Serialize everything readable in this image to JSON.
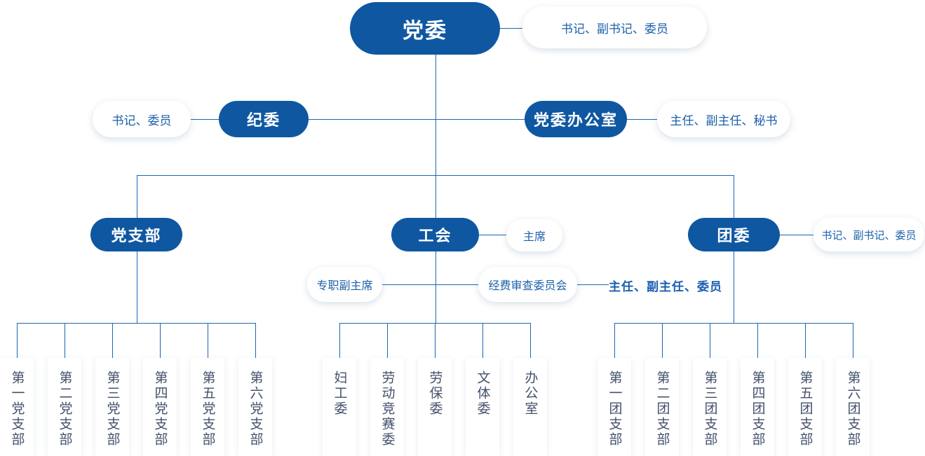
{
  "colors": {
    "node_fill": "#0F57A1",
    "connector": "#1E66B2",
    "annotation_text": "#1C60AA",
    "bold_annotation_text": "#1A5FB0",
    "leaf_box_text": "#44516B",
    "background": "#FFFFFF"
  },
  "nodes": {
    "root": {
      "label": "党委",
      "annotation": "书记、副书记、委员"
    },
    "discipline": {
      "label": "纪委",
      "annotation": "书记、委员"
    },
    "party_office": {
      "label": "党委办公室",
      "annotation": "主任、副主任、秘书"
    },
    "party_branch": {
      "label": "党支部"
    },
    "labor_union": {
      "label": "工会",
      "annotation": "主席"
    },
    "youth_league": {
      "label": "团委",
      "annotation": "书记、副书记、委员"
    },
    "deputy_chair": {
      "label": "专职副主席"
    },
    "funds_audit": {
      "label": "经费审查委员会",
      "annotation": "主任、副主任、委员"
    }
  },
  "groups": {
    "party_branches": [
      "第一党支部",
      "第二党支部",
      "第三党支部",
      "第四党支部",
      "第五党支部",
      "第六党支部"
    ],
    "union_committees": [
      "妇工委",
      "劳动竞赛委",
      "劳保委",
      "文体委",
      "办公室"
    ],
    "league_branches": [
      "第一团支部",
      "第二团支部",
      "第三团支部",
      "第四团支部",
      "第五团支部",
      "第六团支部"
    ]
  }
}
